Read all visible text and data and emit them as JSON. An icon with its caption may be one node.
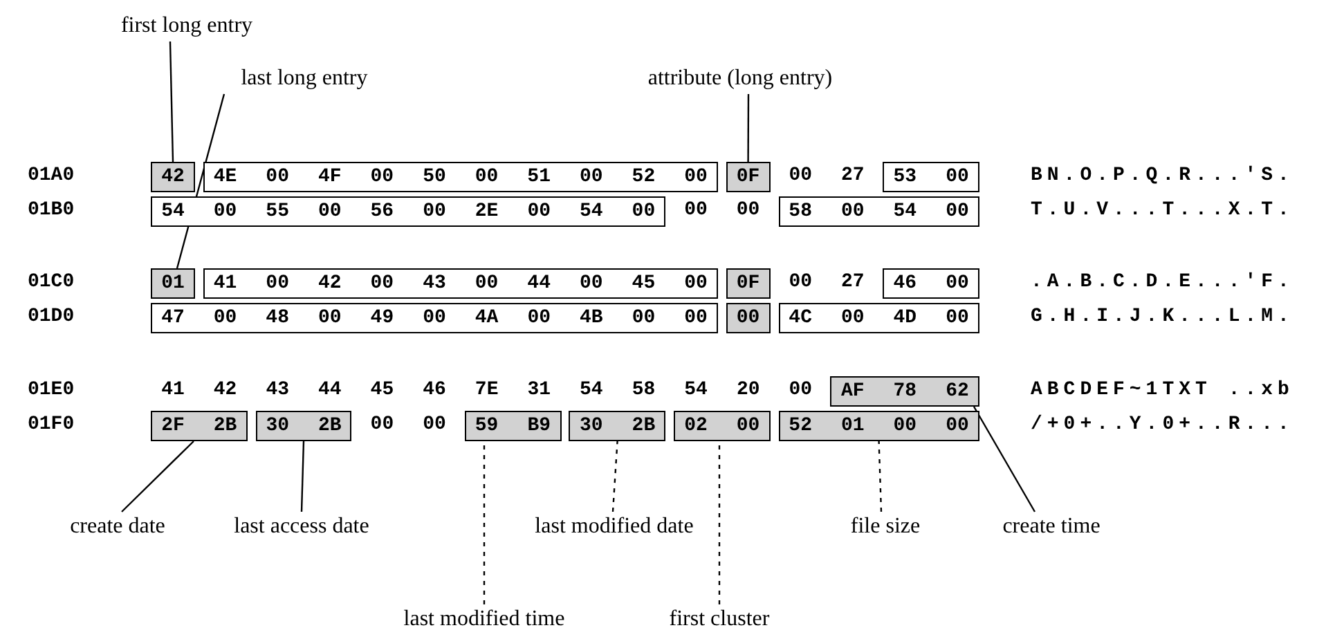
{
  "diagram": {
    "nodes": [
      {
        "text": [
          "first long entry"
        ]
      },
      {
        "text": [
          "last long entry"
        ]
      },
      {
        "text": [
          "attribute (long entry)"
        ]
      },
      {
        "text": [
          "42"
        ]
      },
      {
        "text": [
          "4E 00 4F 00 50 00 51 00 52 00"
        ]
      },
      {
        "text": [
          "0F"
        ]
      },
      {
        "text": [
          "53 00"
        ]
      },
      {
        "text": [
          "54 00 55 00 56 00 2E 00 54 00"
        ]
      },
      {
        "text": [
          "58 00 54 00"
        ]
      },
      {
        "text": [
          "01"
        ]
      },
      {
        "text": [
          "41 00 42 00 43 00 44 00 45 00"
        ]
      },
      {
        "text": [
          "0F"
        ]
      },
      {
        "text": [
          "46 00"
        ]
      },
      {
        "text": [
          "47 00 48 00 49 00 4A 00 4B 00 00"
        ]
      },
      {
        "text": [
          "00"
        ]
      },
      {
        "text": [
          "4C 00 4D 00"
        ]
      },
      {
        "text": [
          "AF 78 62"
        ]
      },
      {
        "text": [
          "2F 2B"
        ]
      },
      {
        "text": [
          "30 2B"
        ]
      },
      {
        "text": [
          "59 B9"
        ]
      },
      {
        "text": [
          "30 2B"
        ]
      },
      {
        "text": [
          "02 00"
        ]
      },
      {
        "text": [
          "52 01 00 00"
        ]
      },
      {
        "text": [
          "create date"
        ]
      },
      {
        "text": [
          "last access date"
        ]
      },
      {
        "text": [
          "last modified date"
        ]
      },
      {
        "text": [
          "file size"
        ]
      },
      {
        "text": [
          "create time"
        ]
      },
      {
        "text": [
          "last modified time"
        ]
      },
      {
        "text": [
          "first cluster"
        ]
      }
    ],
    "edges": [
      {
        "from": 0,
        "to": 3,
        "arrow": "none"
      },
      {
        "from": 1,
        "to": 9,
        "arrow": "none"
      },
      {
        "from": 2,
        "to": 5,
        "arrow": "none"
      },
      {
        "from": 23,
        "to": 17,
        "arrow": "none"
      },
      {
        "from": 24,
        "to": 18,
        "arrow": "none"
      },
      {
        "from": 25,
        "to": 20,
        "arrow": "none",
        "style": "dashed"
      },
      {
        "from": 26,
        "to": 22,
        "arrow": "none",
        "style": "dashed"
      },
      {
        "from": 27,
        "to": 16,
        "arrow": "none"
      },
      {
        "from": 28,
        "to": 19,
        "arrow": "none",
        "style": "dashed"
      },
      {
        "from": 29,
        "to": 21,
        "arrow": "none",
        "style": "dashed"
      }
    ],
    "labels": [
      "01A0",
      "00 27",
      "BN.O.P.Q.R...'S.",
      "01B0",
      "00 00",
      "T.U.V...T...X.T.",
      "01C0",
      "00 27",
      ".A.B.C.D.E...'F.",
      "01D0",
      "G.H.I.J.K...L.M.",
      "01E0",
      "41 42 43 44 45 46 7E 31 54 58 54 20 00",
      "ABCDEF~1TXT ..xb",
      "01F0",
      "00 00",
      "/+0+..Y.0+..R..."
    ]
  }
}
